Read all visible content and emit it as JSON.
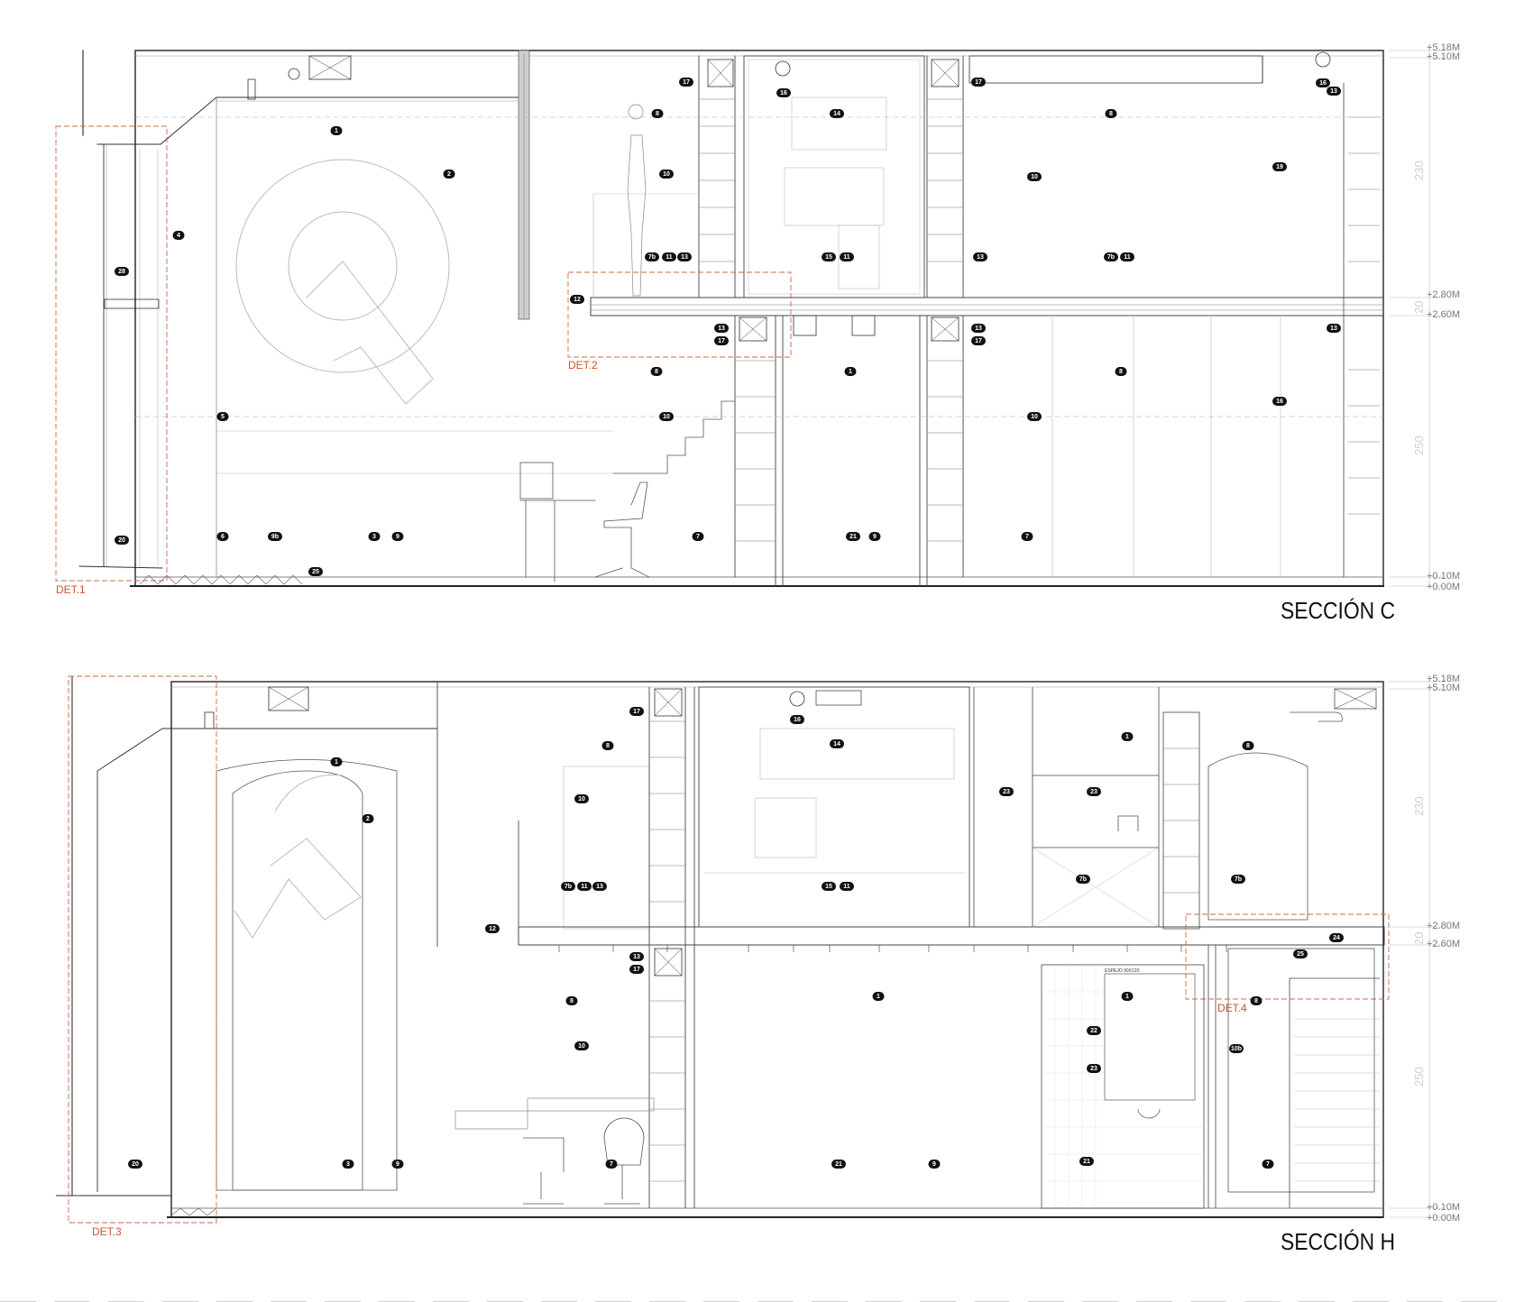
{
  "sections": [
    {
      "id": "C",
      "title": "SECCIÓN C",
      "levels": [
        "+5.18M",
        "+5.10M",
        "+2.80M",
        "+2.60M",
        "+0.10M",
        "+0.00M"
      ],
      "dims": [
        "230",
        "20",
        "250"
      ],
      "details": [
        "DET.1",
        "DET.2"
      ],
      "tags": [
        "1",
        "2",
        "4",
        "28",
        "12",
        "5",
        "20",
        "6",
        "9b",
        "3",
        "9",
        "25",
        "17",
        "8",
        "10",
        "7b",
        "11",
        "13",
        "13",
        "17",
        "8",
        "10",
        "7",
        "16",
        "14",
        "15",
        "11",
        "1",
        "21",
        "9",
        "17",
        "8",
        "10",
        "13",
        "7b",
        "11",
        "13",
        "17",
        "8",
        "10",
        "7",
        "19",
        "16",
        "13",
        "13",
        "16"
      ]
    },
    {
      "id": "H",
      "title": "SECCIÓN H",
      "levels": [
        "+5.18M",
        "+5.10M",
        "+2.80M",
        "+2.60M",
        "+0.10M",
        "+0.00M"
      ],
      "dims": [
        "230",
        "20",
        "250"
      ],
      "details": [
        "DET.3",
        "DET.4"
      ],
      "tags": [
        "1",
        "2",
        "20",
        "3",
        "9",
        "17",
        "8",
        "10",
        "7b",
        "11",
        "13",
        "12",
        "13",
        "17",
        "8",
        "10",
        "7",
        "16",
        "14",
        "15",
        "11",
        "1",
        "21",
        "9",
        "23",
        "1",
        "23",
        "7b",
        "1",
        "22",
        "23",
        "21",
        "8",
        "7b",
        "24",
        "25",
        "8",
        "10b",
        "7"
      ],
      "note": "ESPEJO 90X120"
    }
  ]
}
